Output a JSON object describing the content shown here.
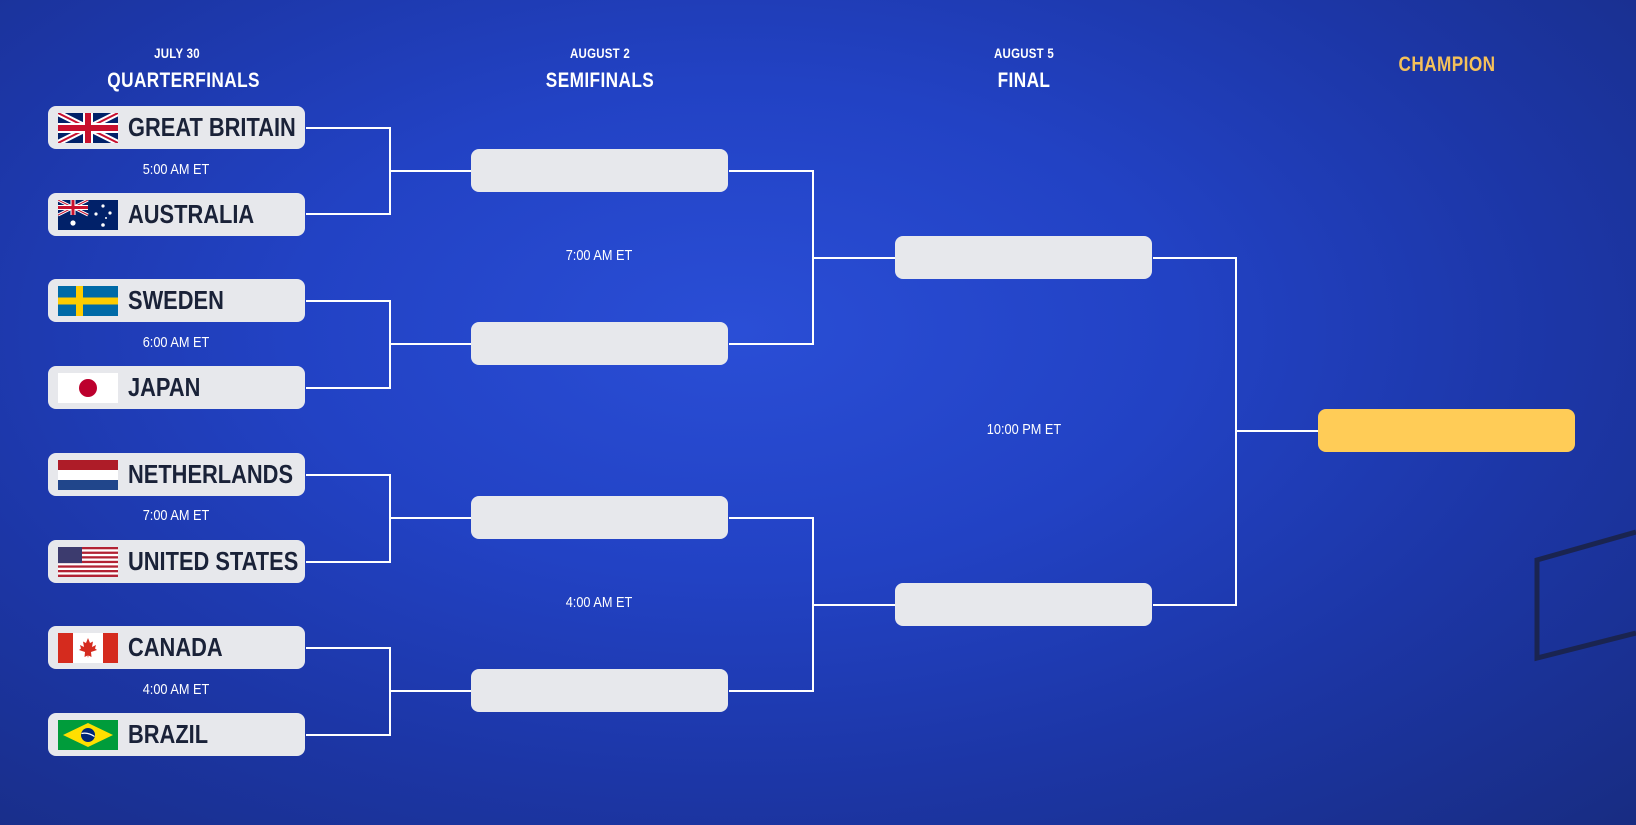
{
  "columns": {
    "quarterfinals": {
      "date": "JULY 30",
      "title": "QUARTERFINALS"
    },
    "semifinals": {
      "date": "AUGUST 2",
      "title": "SEMIFINALS"
    },
    "final": {
      "date": "AUGUST 5",
      "title": "FINAL"
    },
    "champion": {
      "date": "",
      "title": "CHAMPION"
    }
  },
  "quarterfinals": [
    {
      "top": {
        "team": "GREAT BRITAIN",
        "flag": "gb-flag-icon"
      },
      "time": "5:00 AM ET",
      "bottom": {
        "team": "AUSTRALIA",
        "flag": "australia-flag-icon"
      }
    },
    {
      "top": {
        "team": "SWEDEN",
        "flag": "sweden-flag-icon"
      },
      "time": "6:00 AM ET",
      "bottom": {
        "team": "JAPAN",
        "flag": "japan-flag-icon"
      }
    },
    {
      "top": {
        "team": "NETHERLANDS",
        "flag": "netherlands-flag-icon"
      },
      "time": "7:00 AM ET",
      "bottom": {
        "team": "UNITED STATES",
        "flag": "usa-flag-icon"
      }
    },
    {
      "top": {
        "team": "CANADA",
        "flag": "canada-flag-icon"
      },
      "time": "4:00 AM ET",
      "bottom": {
        "team": "BRAZIL",
        "flag": "brazil-flag-icon"
      }
    }
  ],
  "semifinals": [
    {
      "time": "7:00 AM ET"
    },
    {
      "time": "4:00 AM ET"
    }
  ],
  "final": {
    "time": "10:00 PM ET"
  },
  "colors": {
    "background": "#2242c4",
    "slot": "#e7e8ec",
    "champion_slot": "#ffcc57",
    "champion_title": "#f5c15a",
    "team_text": "#1a2238",
    "lines": "#ffffff"
  }
}
